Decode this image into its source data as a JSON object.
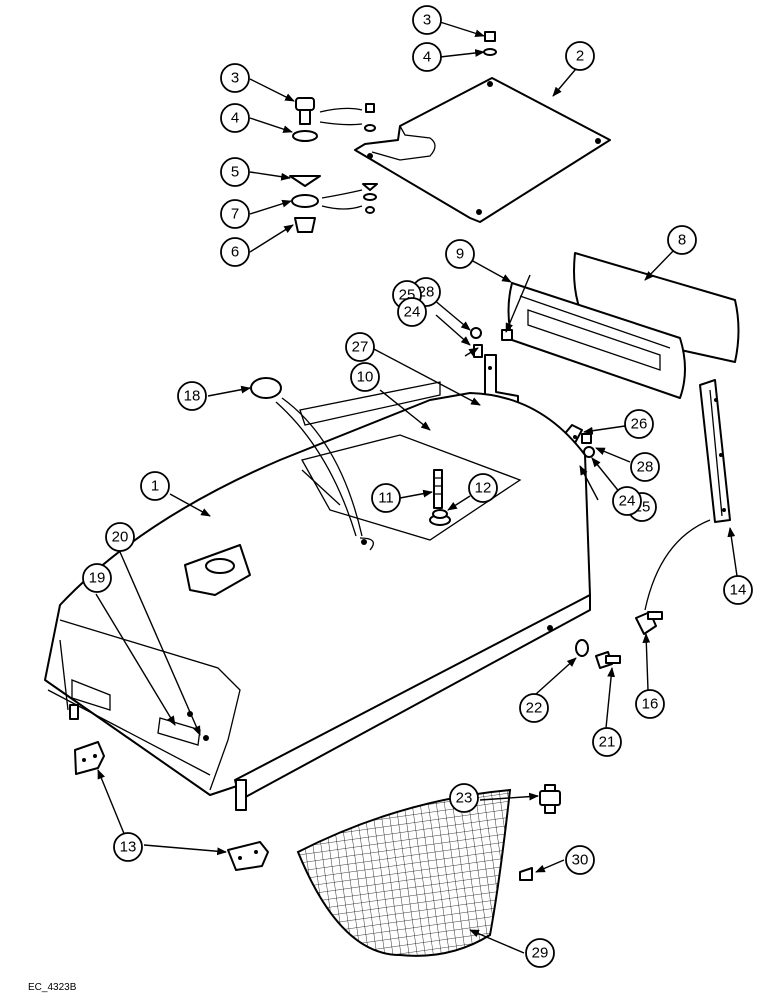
{
  "drawing": {
    "reference": "EC_4323B",
    "callouts": [
      "3",
      "4",
      "2",
      "3",
      "4",
      "5",
      "7",
      "6",
      "8",
      "9",
      "28",
      "25",
      "24",
      "27",
      "18",
      "10",
      "26",
      "28",
      "25",
      "24",
      "1",
      "11",
      "12",
      "20",
      "19",
      "14",
      "16",
      "22",
      "21",
      "13",
      "23",
      "30",
      "29"
    ]
  }
}
